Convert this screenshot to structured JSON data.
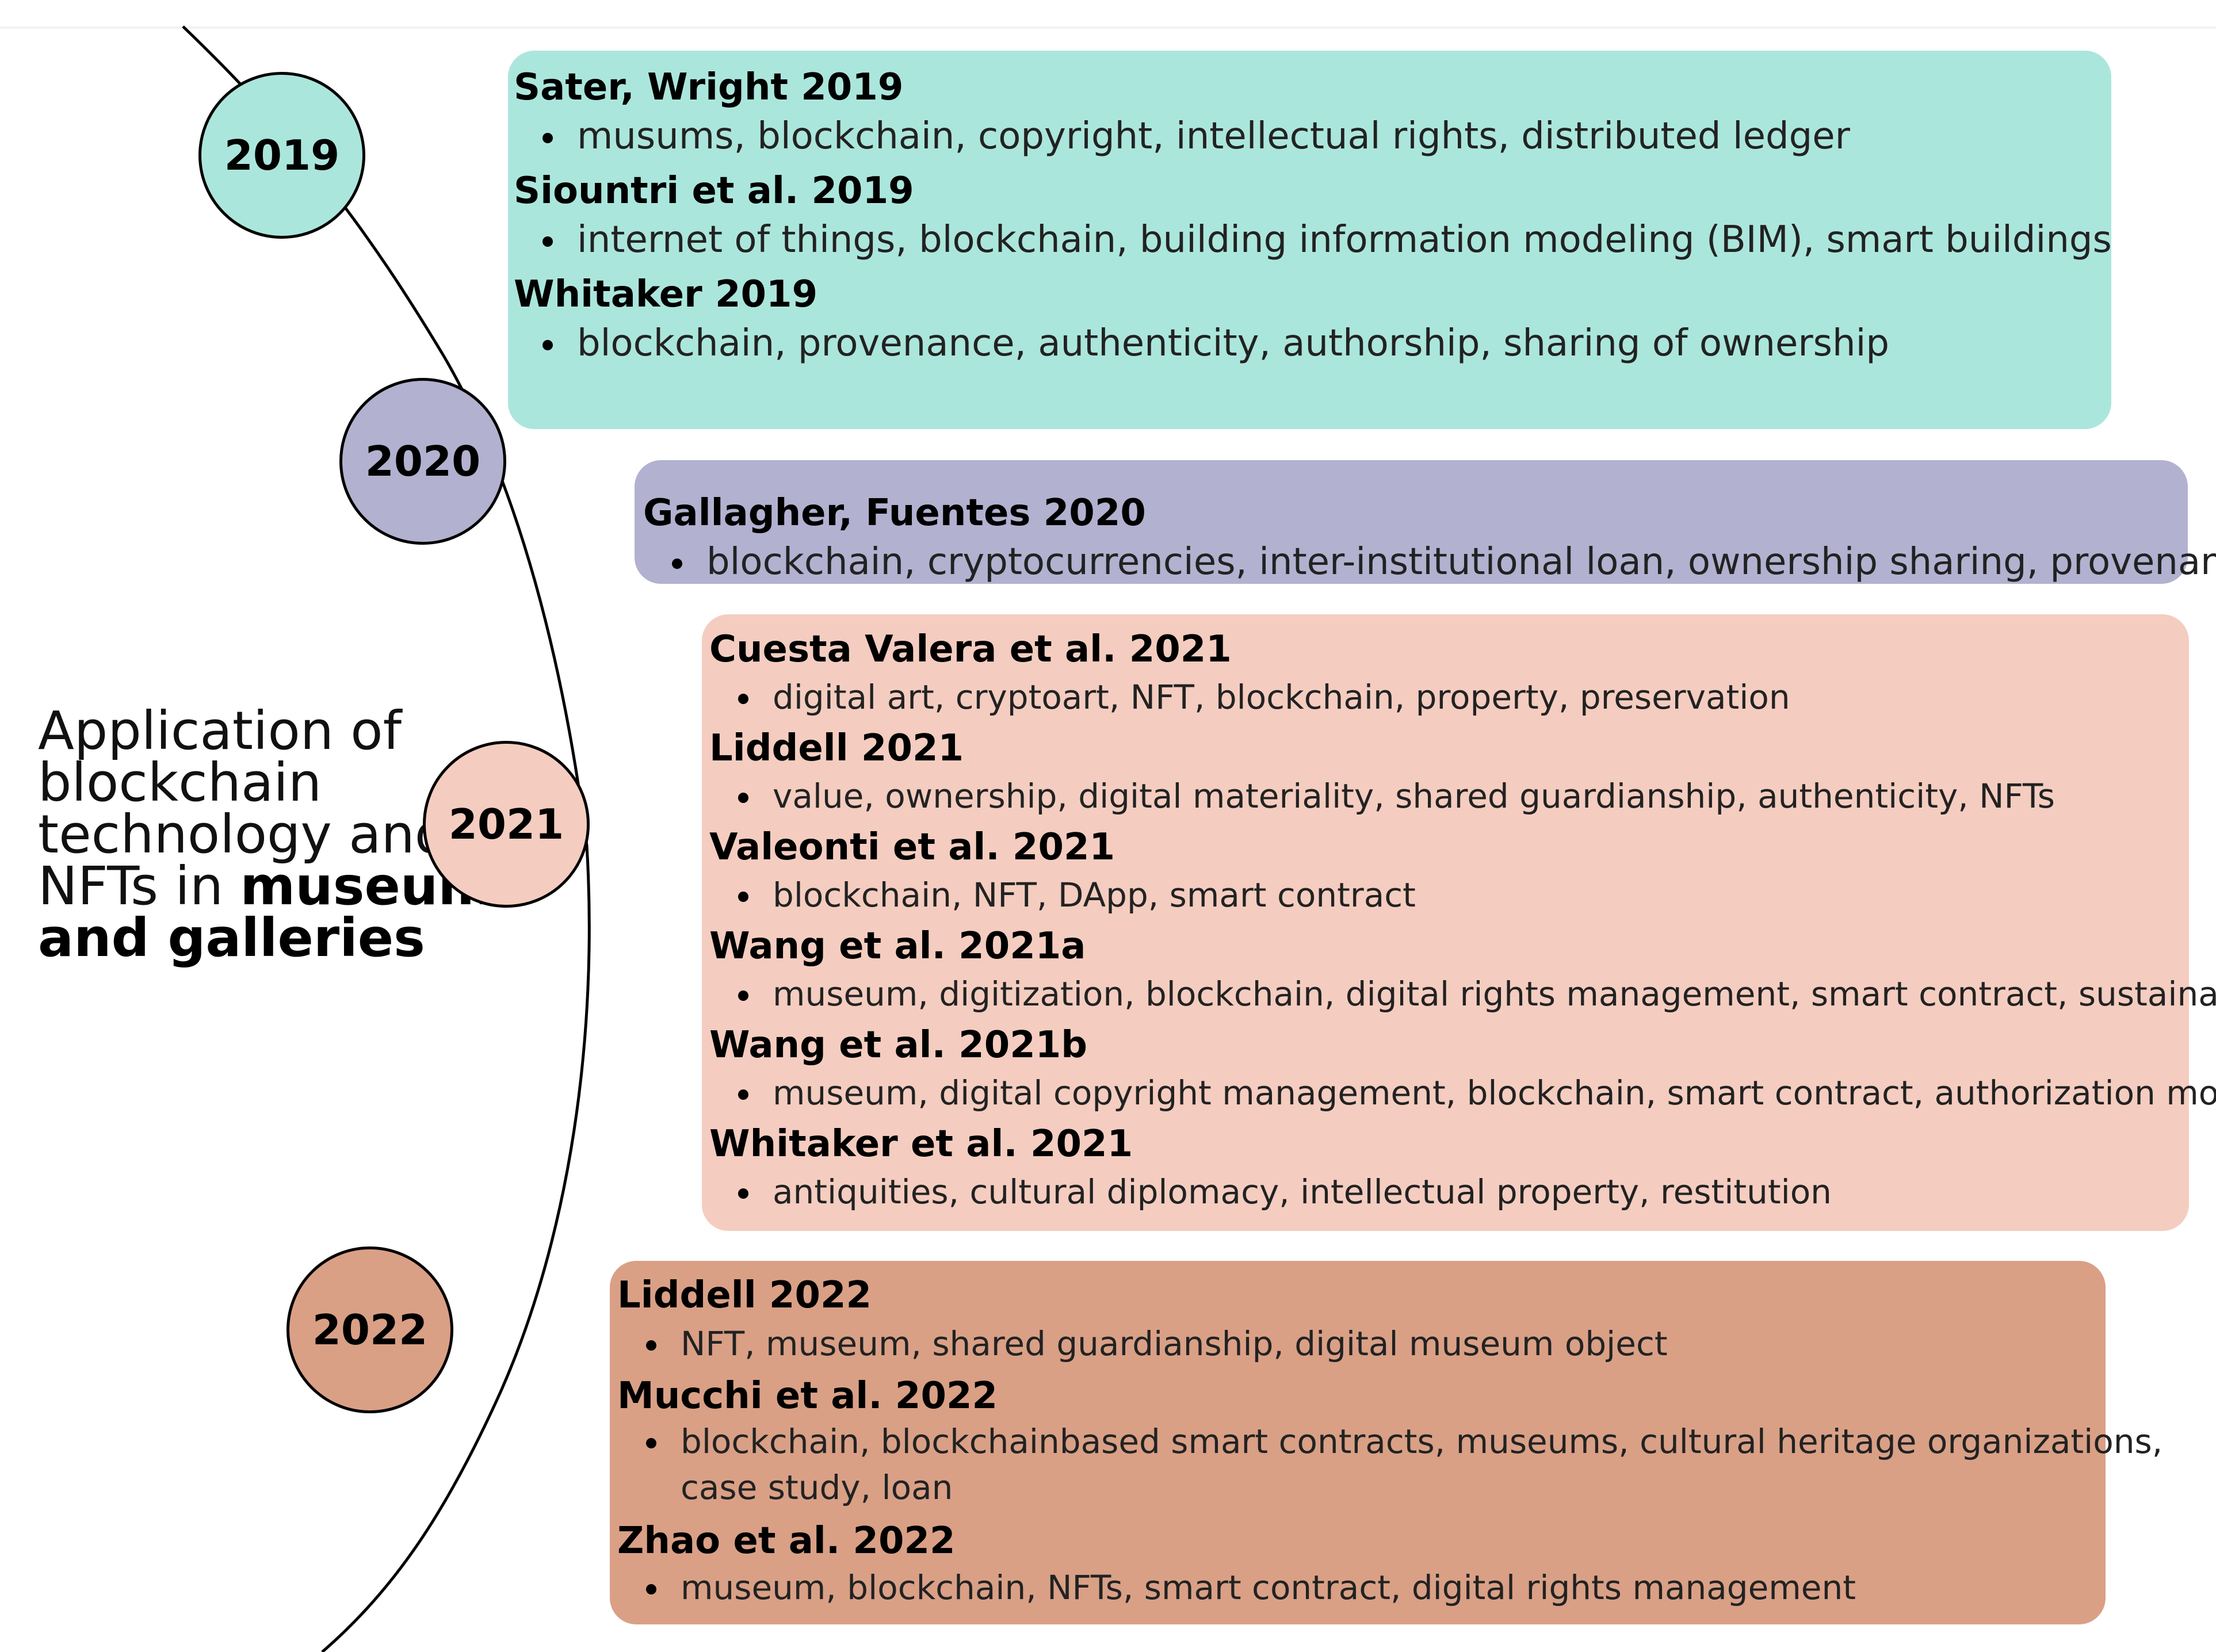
{
  "title": {
    "line1": "Application of",
    "line2": "blockchain",
    "line3": "technology and",
    "line4_prefix": "NFTs in ",
    "line4_bold": "museums",
    "line5_bold": "and galleries"
  },
  "colors": {
    "y2019": "#abe6dc",
    "y2020": "#b2b1d0",
    "y2021": "#f4cdc0",
    "y2022": "#d9a086"
  },
  "years": [
    {
      "label": "2019",
      "entries": [
        {
          "title": "Sater, Wright 2019",
          "keywords": [
            "musums, blockchain, copyright, intellectual rights, distributed ledger"
          ]
        },
        {
          "title": "Siountri et al. 2019",
          "keywords": [
            "internet of things, blockchain, building information modeling (BIM), smart buildings"
          ]
        },
        {
          "title": "Whitaker 2019",
          "keywords": [
            "blockchain, provenance, authenticity, authorship, sharing of ownership"
          ]
        }
      ]
    },
    {
      "label": "2020",
      "entries": [
        {
          "title": "Gallagher, Fuentes 2020",
          "keywords": [
            "blockchain, cryptocurrencies, inter-institutional loan, ownership sharing, provenance"
          ]
        }
      ]
    },
    {
      "label": "2021",
      "entries": [
        {
          "title": "Cuesta Valera et al. 2021",
          "keywords": [
            "digital art, cryptoart, NFT, blockchain, property, preservation"
          ]
        },
        {
          "title": "Liddell 2021",
          "keywords": [
            "value, ownership, digital materiality, shared guardianship, authenticity, NFTs"
          ]
        },
        {
          "title": "Valeonti et al. 2021",
          "keywords": [
            "blockchain, NFT, DApp, smart contract"
          ]
        },
        {
          "title": "Wang et al. 2021a",
          "keywords": [
            "museum, digitization, blockchain, digital rights management, smart contract, sustainability"
          ]
        },
        {
          "title": "Wang et al. 2021b",
          "keywords": [
            "museum, digital copyright management, blockchain, smart contract, authorization model"
          ]
        },
        {
          "title": "Whitaker et al. 2021",
          "keywords": [
            "antiquities, cultural diplomacy, intellectual property, restitution"
          ]
        }
      ]
    },
    {
      "label": "2022",
      "entries": [
        {
          "title": "Liddell 2022",
          "keywords": [
            "NFT, museum, shared guardianship, digital museum object"
          ]
        },
        {
          "title": "Mucchi et al. 2022",
          "keywords": [
            "blockchain, blockchainbased smart contracts, museums, cultural heritage organizations,",
            "case study, loan"
          ]
        },
        {
          "title": "Zhao et al. 2022",
          "keywords": [
            "museum, blockchain, NFTs, smart contract, digital rights management"
          ]
        }
      ]
    }
  ]
}
